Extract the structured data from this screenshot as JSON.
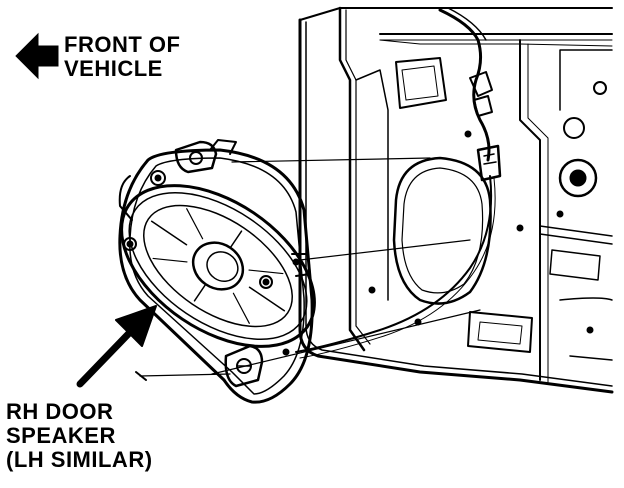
{
  "labels": {
    "front_of_vehicle": [
      "FRONT OF",
      "VEHICLE"
    ],
    "speaker": [
      "RH DOOR",
      "SPEAKER",
      "(LH SIMILAR)"
    ]
  },
  "icons": {
    "direction_arrow": "arrow-left-icon",
    "callout_arrow": "arrow-up-right-icon"
  },
  "colors": {
    "ink": "#000000",
    "paper": "#ffffff"
  }
}
